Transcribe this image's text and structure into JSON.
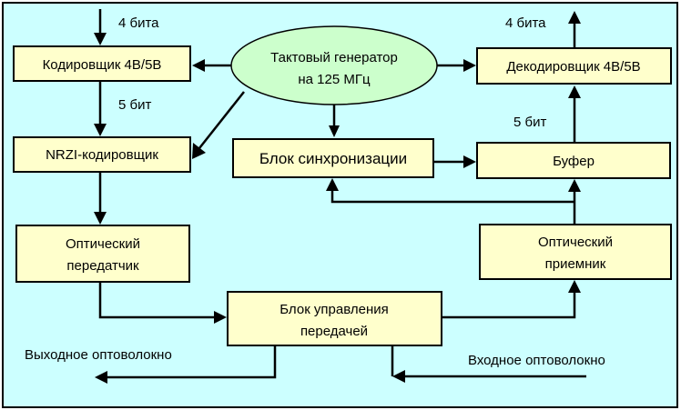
{
  "diagram": {
    "background_color": "#CCFFFF",
    "box_color": "#FFFFCC",
    "ellipse_color": "#CCFFCC",
    "nodes": {
      "encoder": {
        "label": "Кодировщик 4В/5В"
      },
      "nrzi": {
        "label": "NRZI-кодировщик"
      },
      "transmitter": {
        "line1": "Оптический",
        "line2": "передатчик"
      },
      "control": {
        "line1": "Блок управления",
        "line2": "передачей"
      },
      "receiver": {
        "line1": "Оптический",
        "line2": "приемник"
      },
      "sync": {
        "label": "Блок синхронизации"
      },
      "buffer": {
        "label": "Буфер"
      },
      "decoder": {
        "label": "Декодировщик 4В/5В"
      },
      "clock": {
        "line1": "Тактовый генератор",
        "line2": "на 125 МГц"
      }
    },
    "edge_labels": {
      "input_bits": "4 бита",
      "encoder_to_nrzi": "5 бит",
      "output_bits": "4 бита",
      "buffer_to_decoder": "5 бит",
      "output_fiber": "Выходное оптоволокно",
      "input_fiber": "Входное оптоволокно"
    }
  }
}
